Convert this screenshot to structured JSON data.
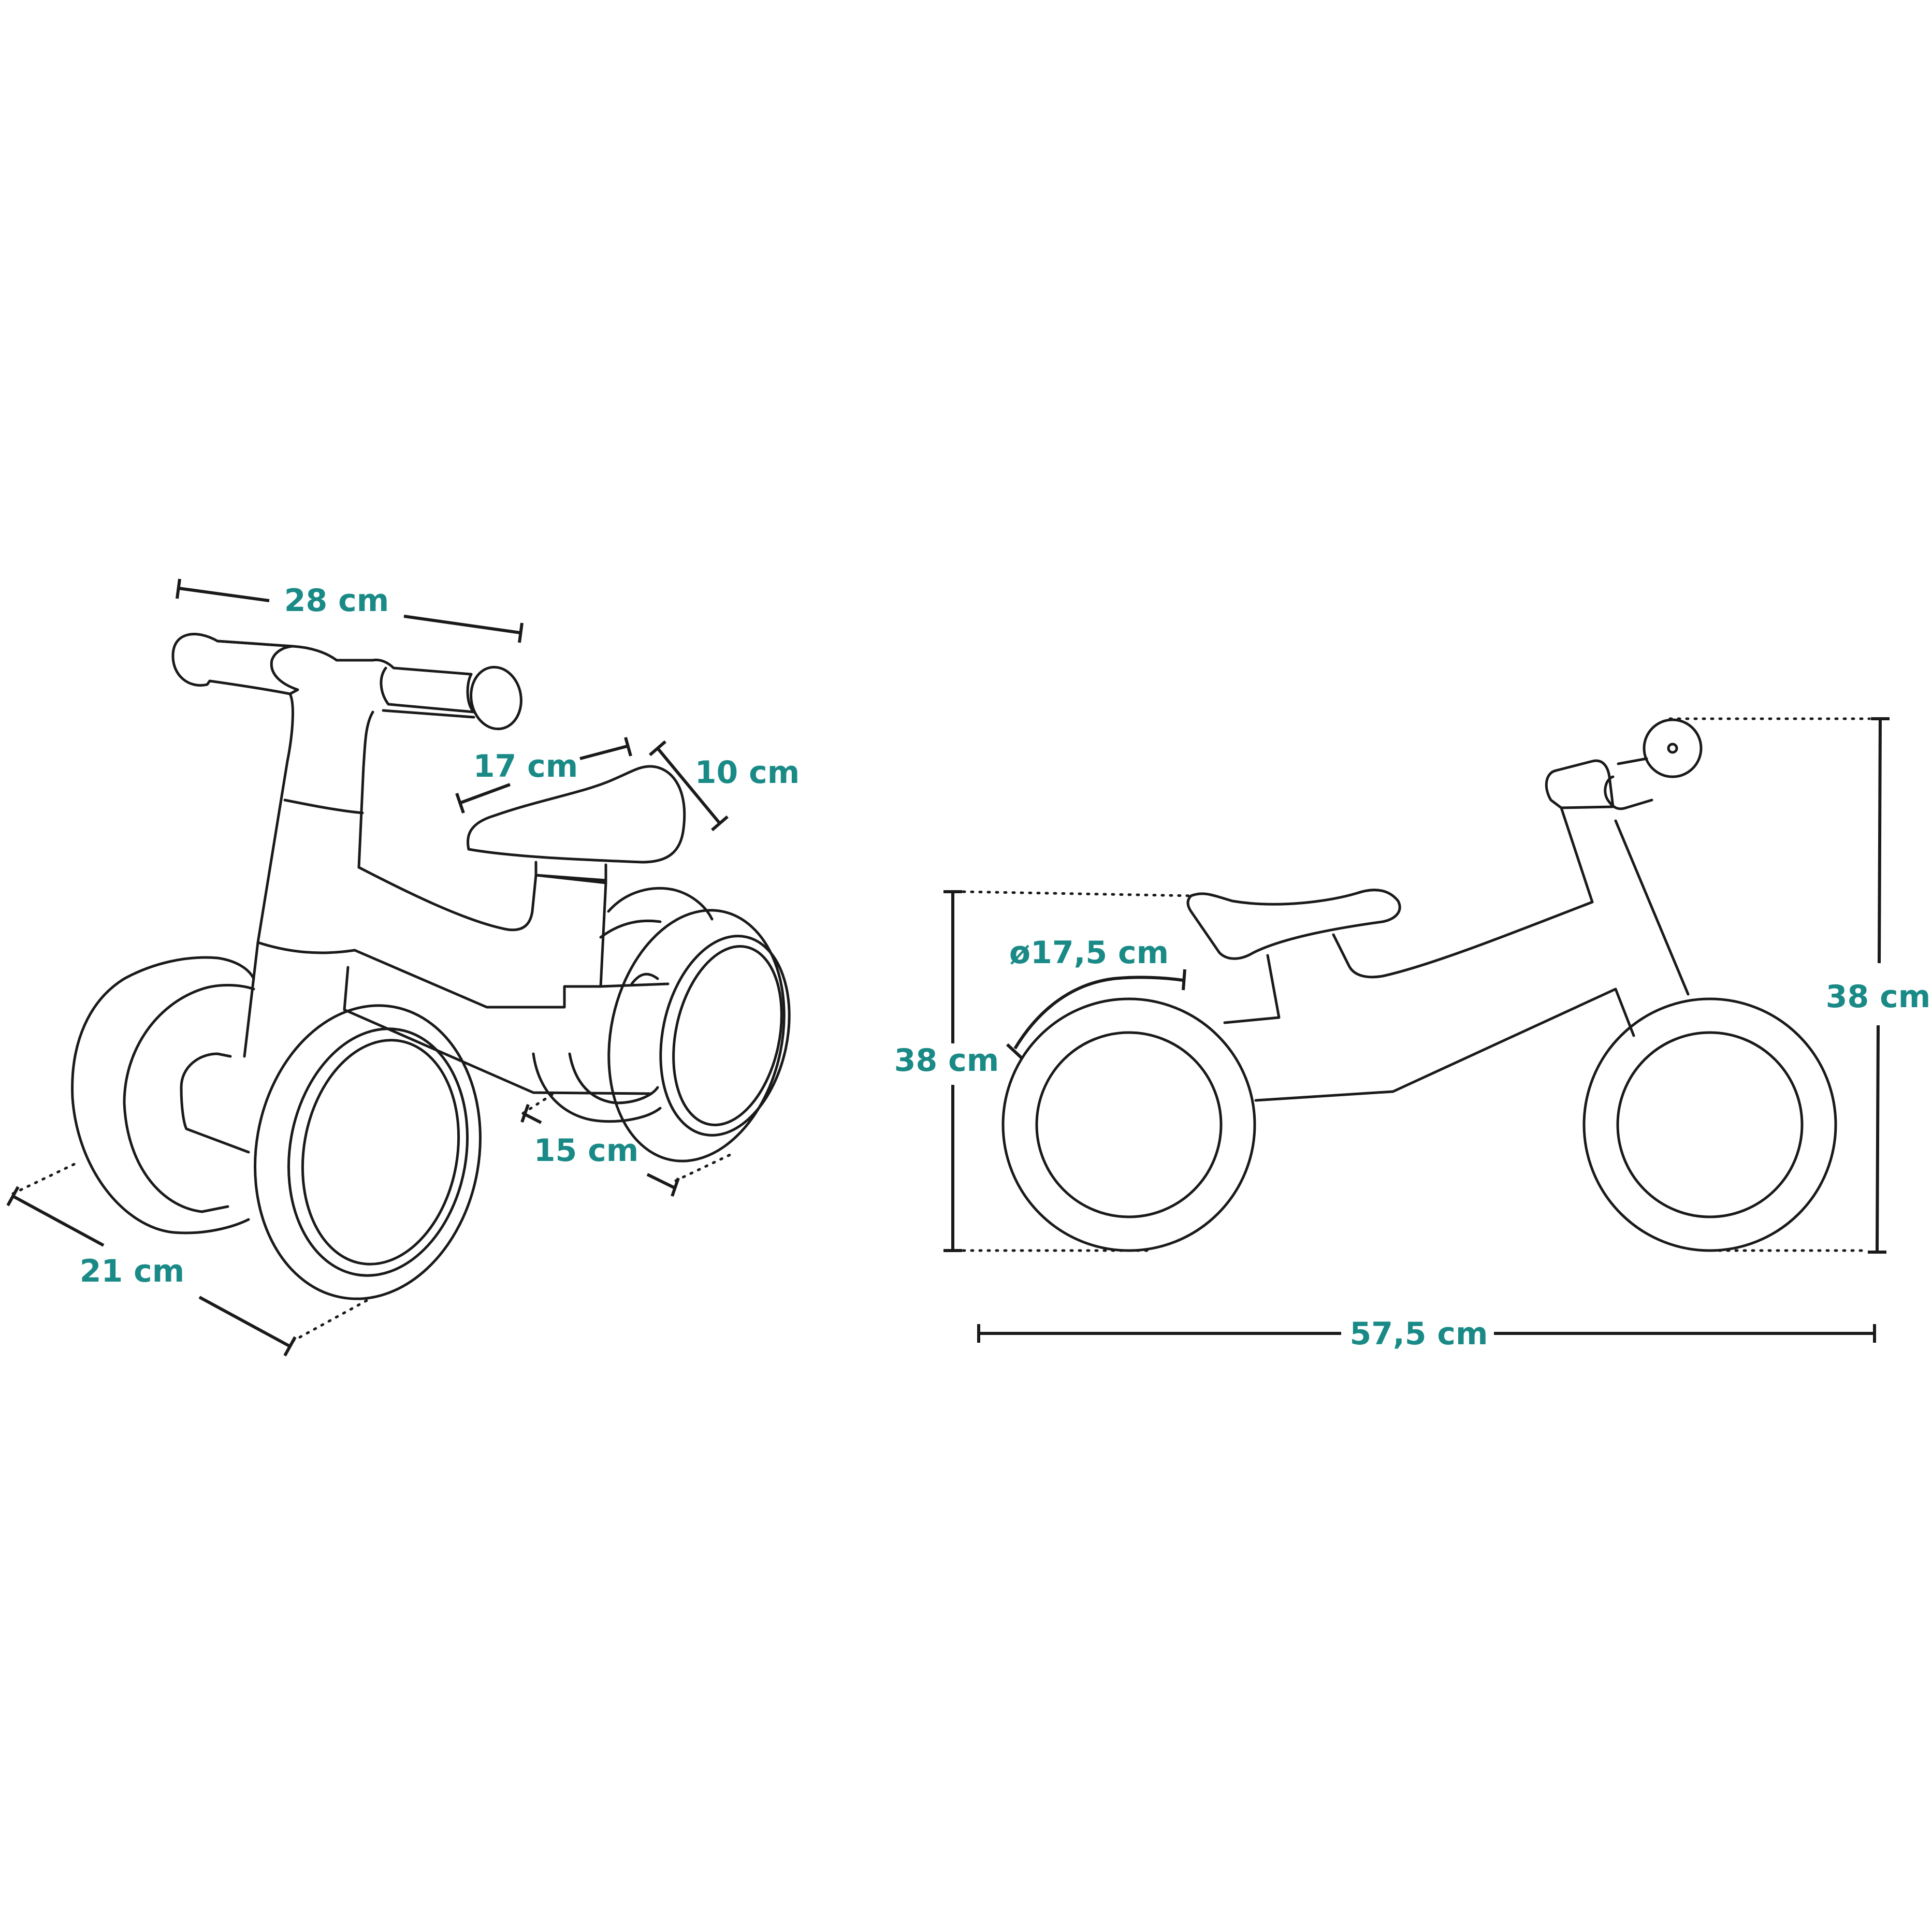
{
  "colors": {
    "accent": "#1a8a87",
    "line": "#1a1a1a",
    "background": "#ffffff"
  },
  "perspective_view": {
    "handlebar_width": "28 cm",
    "seat_length": "17 cm",
    "seat_width": "10 cm",
    "rear_wheel_span": "15 cm",
    "front_width": "21 cm"
  },
  "side_view": {
    "wheel_diameter": "ø17,5 cm",
    "seat_height": "38 cm",
    "handlebar_height": "38 cm",
    "total_length": "57,5 cm"
  }
}
